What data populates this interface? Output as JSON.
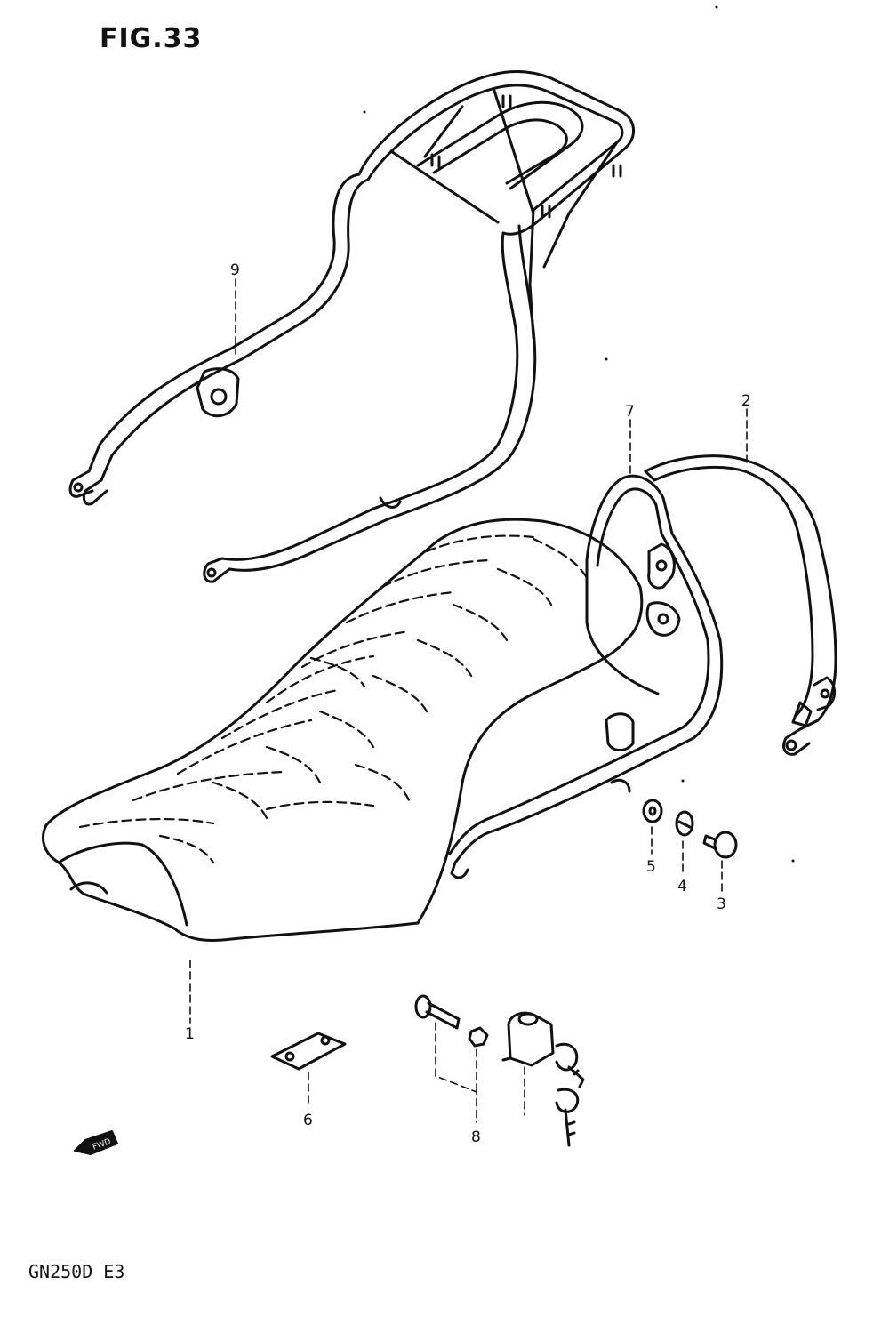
{
  "figure": {
    "title": "FIG.33",
    "model_code": "GN250D E3",
    "fwd_label": "FWD"
  },
  "callouts": [
    {
      "id": "part-1",
      "label": "1",
      "part": "seat"
    },
    {
      "id": "part-2",
      "label": "2",
      "part": "rear-grip-pad"
    },
    {
      "id": "part-3",
      "label": "3",
      "part": "bolt"
    },
    {
      "id": "part-4",
      "label": "4",
      "part": "lock-washer"
    },
    {
      "id": "part-5",
      "label": "5",
      "part": "washer"
    },
    {
      "id": "part-6",
      "label": "6",
      "part": "seat-plate"
    },
    {
      "id": "part-7",
      "label": "7",
      "part": "rear-grip-bar"
    },
    {
      "id": "part-8",
      "label": "8",
      "part": "seat-lock-set"
    },
    {
      "id": "part-9",
      "label": "9",
      "part": "rear-carrier"
    }
  ],
  "colors": {
    "ink": "#111111",
    "paper": "#ffffff"
  }
}
